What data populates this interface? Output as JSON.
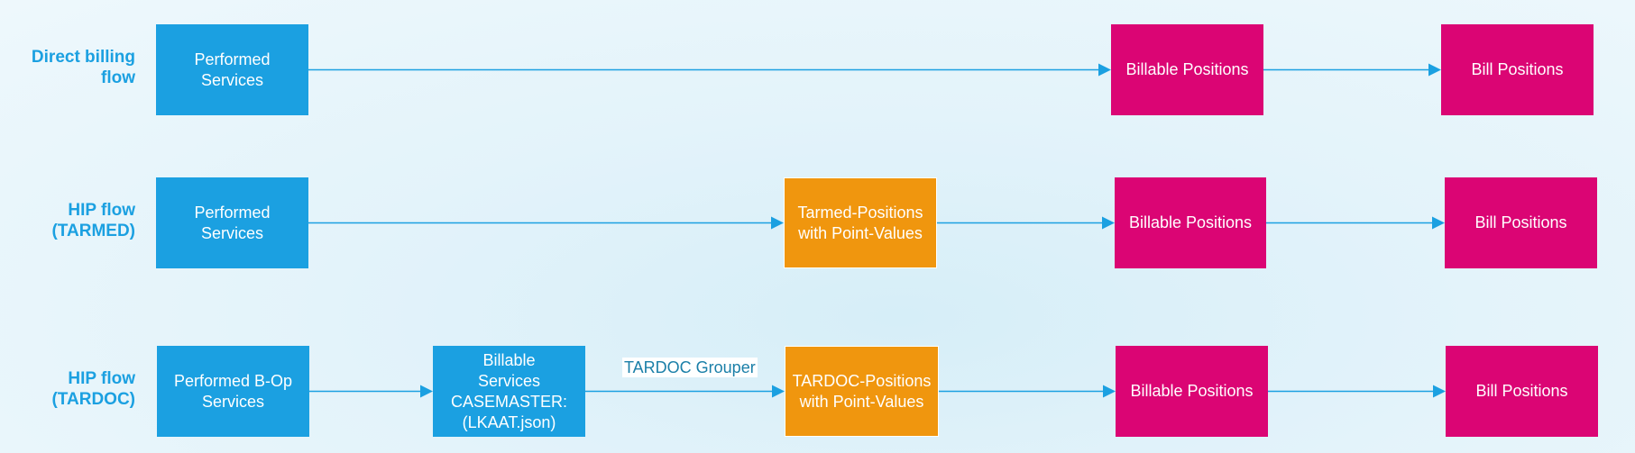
{
  "colors": {
    "label": "#1ba0e1",
    "blue": "#1ba0e1",
    "orange": "#f0960e",
    "magenta": "#db0574",
    "arrow": "#1ba0e1"
  },
  "rows": [
    {
      "label_lines": [
        "Direct billing",
        "flow"
      ],
      "nodes": [
        {
          "lines": [
            "Performed",
            "Services"
          ],
          "color": "blue"
        },
        {
          "lines": [
            "Billable Positions"
          ],
          "color": "magenta"
        },
        {
          "lines": [
            "Bill Positions"
          ],
          "color": "magenta"
        }
      ]
    },
    {
      "label_lines": [
        "HIP flow",
        "(TARMED)"
      ],
      "nodes": [
        {
          "lines": [
            "Performed",
            "Services"
          ],
          "color": "blue"
        },
        {
          "lines": [
            "Tarmed-Positions",
            "with Point-Values"
          ],
          "color": "orange"
        },
        {
          "lines": [
            "Billable Positions"
          ],
          "color": "magenta"
        },
        {
          "lines": [
            "Bill Positions"
          ],
          "color": "magenta"
        }
      ]
    },
    {
      "label_lines": [
        "HIP flow",
        "(TARDOC)"
      ],
      "nodes": [
        {
          "lines": [
            "Performed B-Op",
            "Services"
          ],
          "color": "blue"
        },
        {
          "lines": [
            "Billable",
            "Services",
            "CASEMASTER:",
            "(LKAAT.json)"
          ],
          "color": "blue"
        },
        {
          "lines": [
            "TARDOC-Positions",
            "with Point-Values"
          ],
          "color": "orange"
        },
        {
          "lines": [
            "Billable Positions"
          ],
          "color": "magenta"
        },
        {
          "lines": [
            "Bill Positions"
          ],
          "color": "magenta"
        }
      ],
      "edge_labels": [
        {
          "text": "TARDOC Grouper",
          "edge": 1
        }
      ]
    }
  ]
}
